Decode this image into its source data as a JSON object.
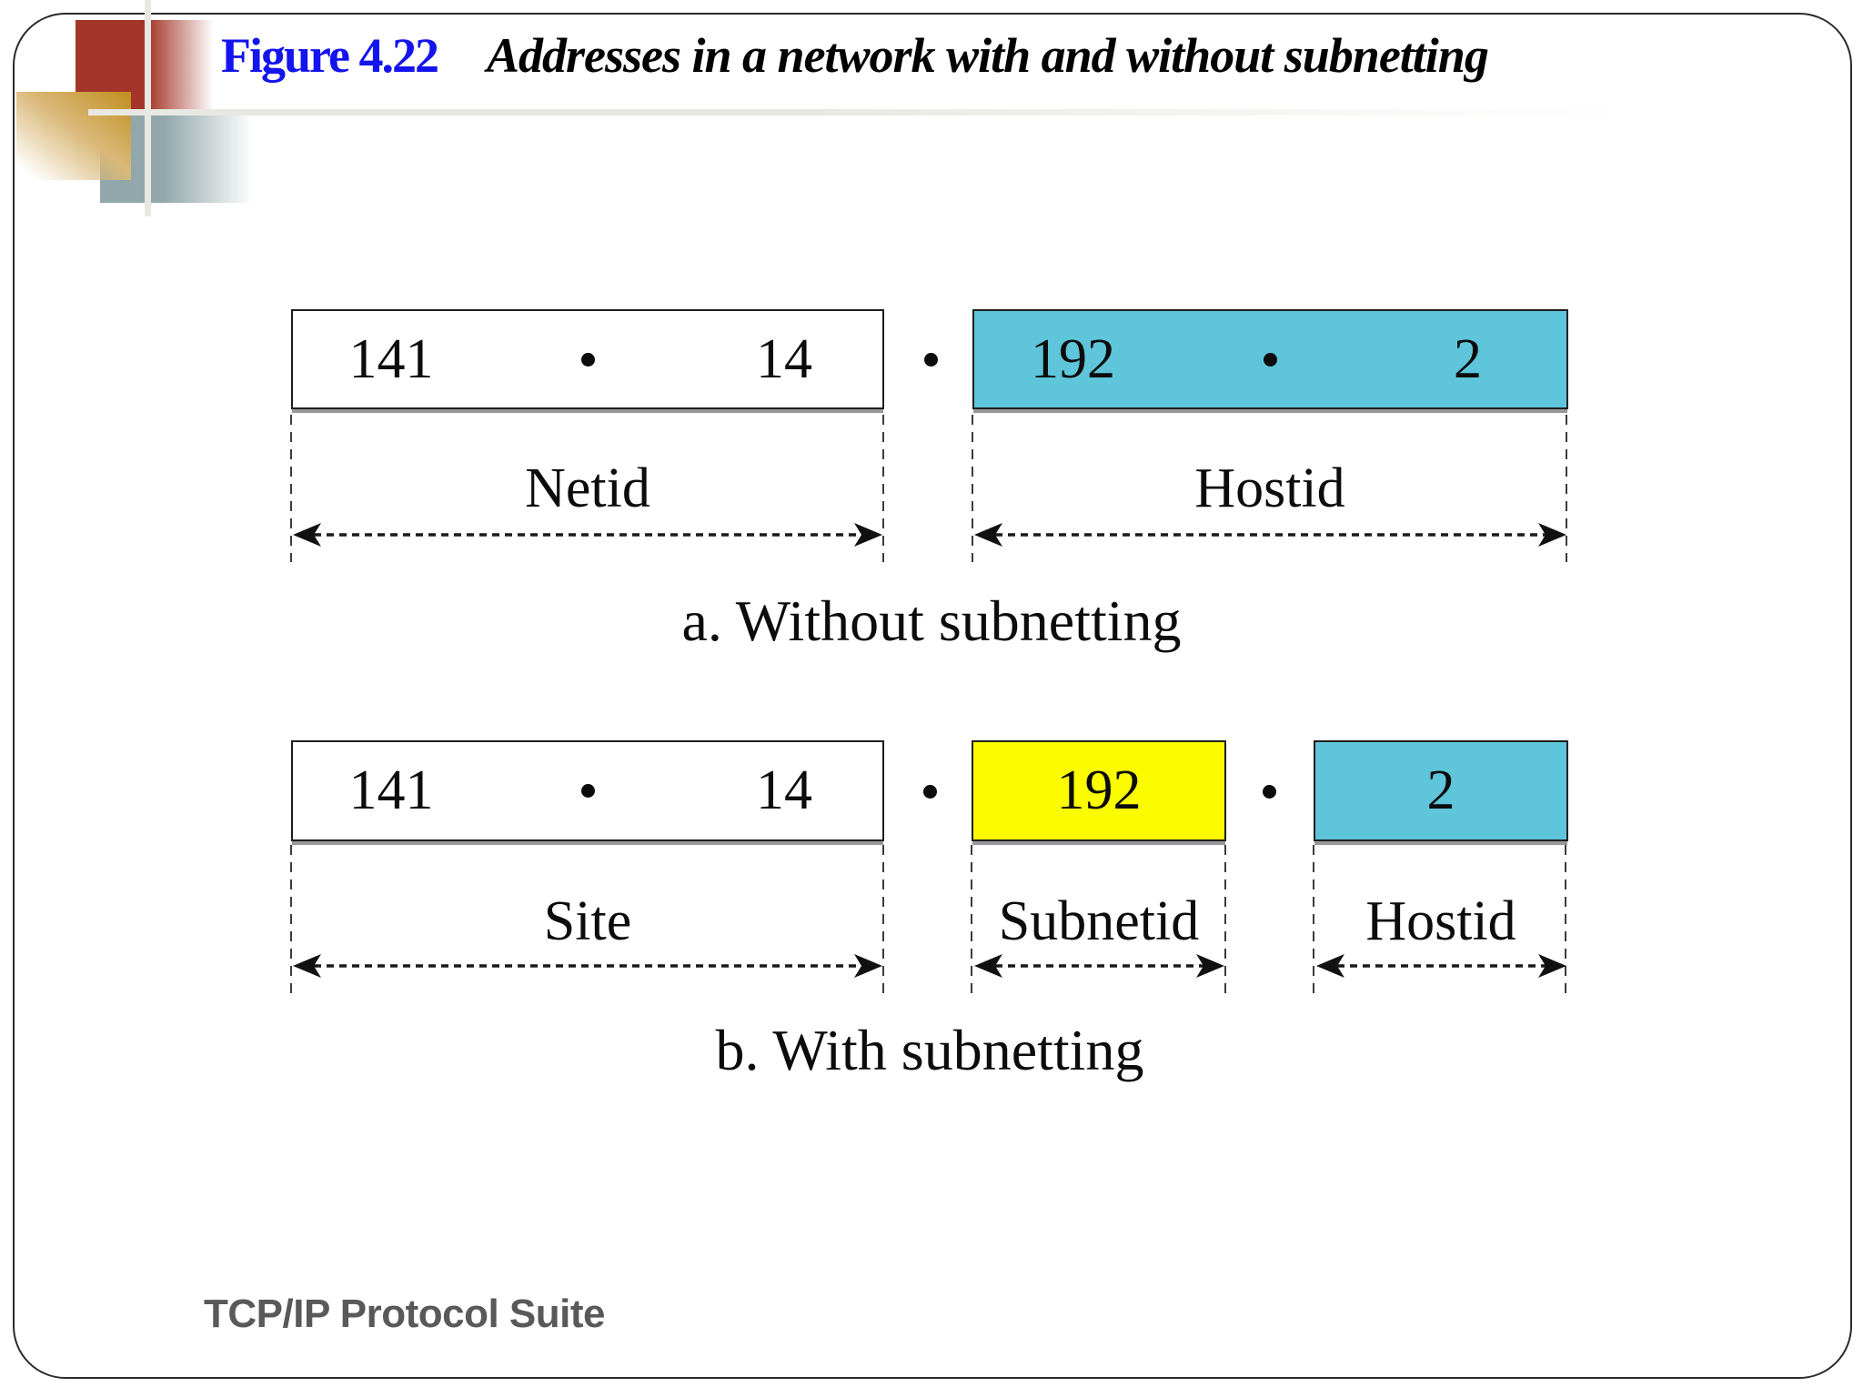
{
  "slide": {
    "figure_label": "Figure 4.22",
    "figure_title": "Addresses in a network with and without subnetting",
    "footer": "TCP/IP Protocol Suite"
  },
  "colors": {
    "accent_blue": "#1414ee",
    "cyan_box": "#5ec5da",
    "yellow_box": "#fcfc00",
    "deco_red": "#a43529",
    "deco_tan": "#c08e1f",
    "deco_slate": "#92a7ab",
    "footer_gray": "#595959"
  },
  "diagram_a": {
    "caption": "a. Without subnetting",
    "left_box": {
      "octet1": "141",
      "octet2": "14"
    },
    "left_label": "Netid",
    "right_box": {
      "octet1": "192",
      "octet2": "2"
    },
    "right_label": "Hostid"
  },
  "diagram_b": {
    "caption": "b. With subnetting",
    "site_box": {
      "octet1": "141",
      "octet2": "14"
    },
    "site_label": "Site",
    "subnet_box": {
      "value": "192"
    },
    "subnet_label": "Subnetid",
    "host_box": {
      "value": "2"
    },
    "host_label": "Hostid"
  }
}
